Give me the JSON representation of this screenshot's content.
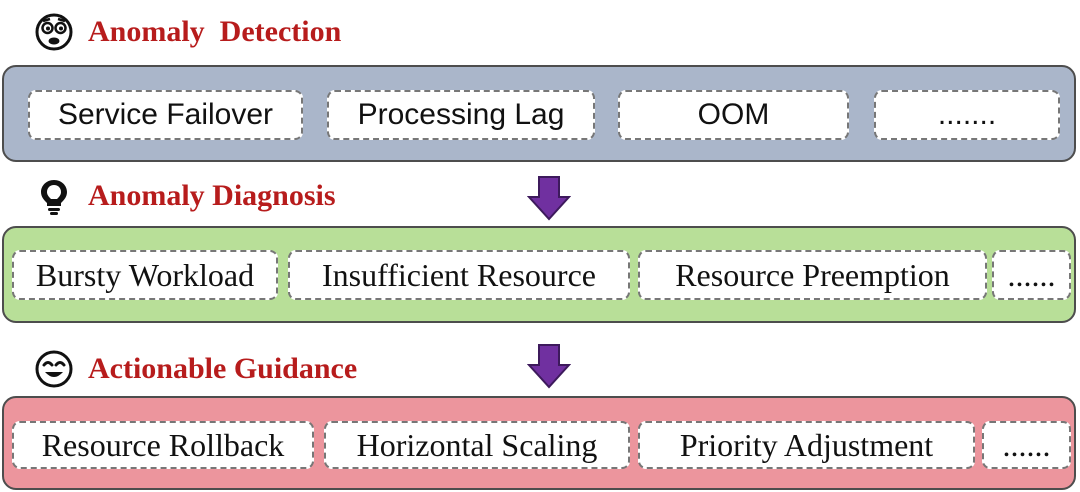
{
  "stages": [
    {
      "title": "Anomaly  Detection",
      "icon": "worried-face-icon",
      "items": [
        "Service Failover",
        "Processing Lag",
        "OOM",
        "......."
      ]
    },
    {
      "title": "Anomaly Diagnosis",
      "icon": "lightbulb-icon",
      "items": [
        "Bursty Workload",
        "Insufficient Resource",
        "Resource Preemption",
        "......"
      ]
    },
    {
      "title": "Actionable Guidance",
      "icon": "smiling-face-icon",
      "items": [
        "Resource Rollback",
        "Horizontal Scaling",
        "Priority Adjustment",
        "......"
      ]
    }
  ],
  "colors": {
    "title": "#b71c1c",
    "detection_panel": "#aab6ca",
    "diagnosis_panel": "#b8df98",
    "guidance_panel": "#ec959d",
    "arrow": "#7030a0"
  }
}
